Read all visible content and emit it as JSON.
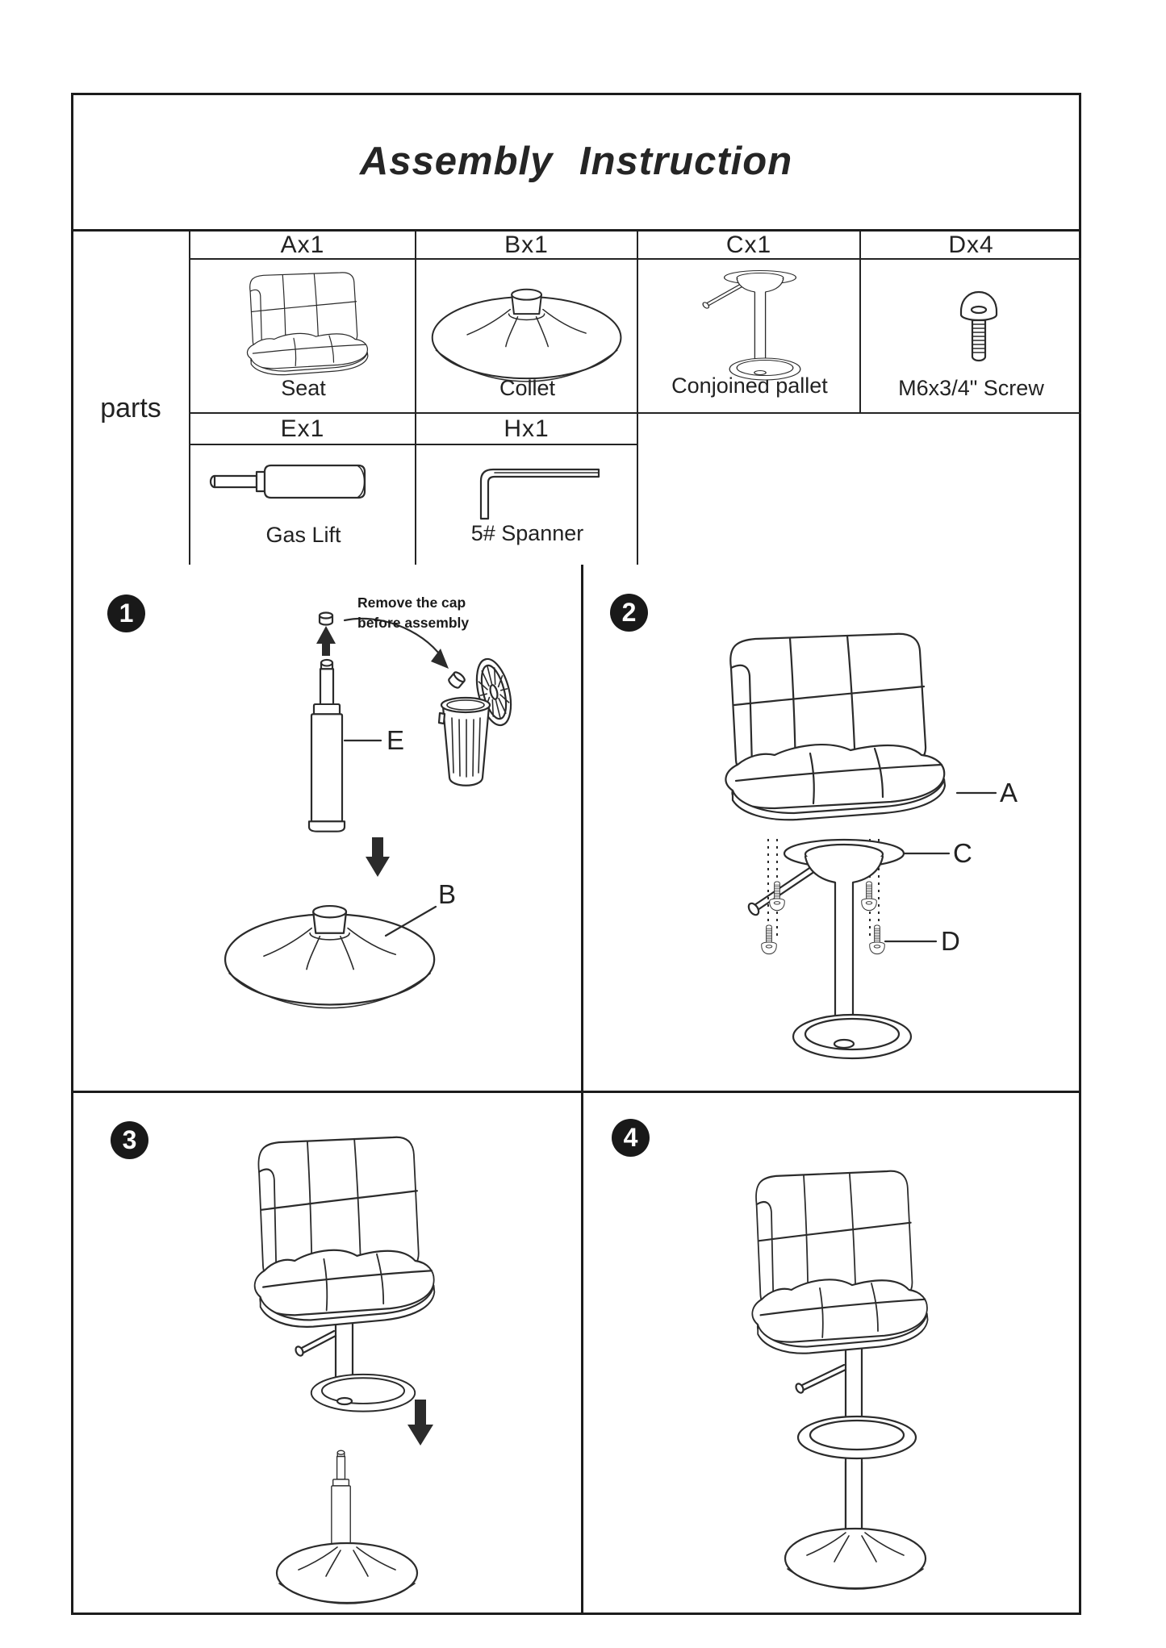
{
  "title": "Assembly Instruction",
  "parts_table": {
    "row_label": "parts",
    "columns_row1": [
      {
        "code": "Ax1",
        "name": "Seat"
      },
      {
        "code": "Bx1",
        "name": "Collet"
      },
      {
        "code": "Cx1",
        "name": "Conjoined pallet"
      },
      {
        "code": "Dx4",
        "name": "M6x3/4\" Screw"
      }
    ],
    "columns_row2": [
      {
        "code": "Ex1",
        "name": "Gas Lift"
      },
      {
        "code": "Hx1",
        "name": "5# Spanner"
      }
    ]
  },
  "steps": {
    "step1": {
      "number": "1",
      "note_line1": "Remove the cap",
      "note_line2": "before assembly",
      "label_gas_lift": "E",
      "label_collet": "B"
    },
    "step2": {
      "number": "2",
      "label_seat": "A",
      "label_pallet": "C",
      "label_screw": "D"
    },
    "step3": {
      "number": "3"
    },
    "step4": {
      "number": "4"
    }
  }
}
